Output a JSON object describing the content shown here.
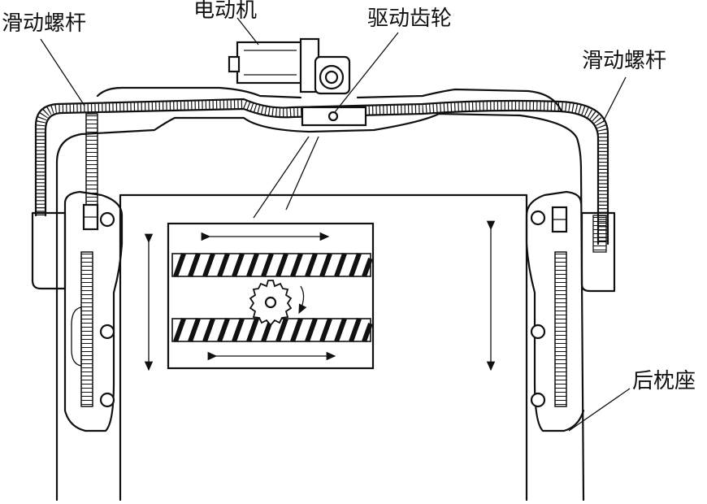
{
  "labels": {
    "sliding_screw_left": "滑动螺杆",
    "motor": "电动机",
    "drive_gear": "驱动齿轮",
    "sliding_screw_right": "滑动螺杆",
    "headrest_base": "后枕座"
  }
}
